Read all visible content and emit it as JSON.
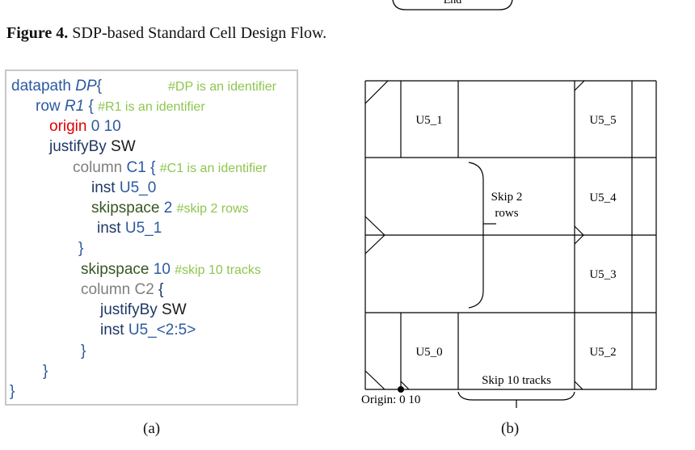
{
  "caption": {
    "figure_num": "Figure 4.",
    "text": "SDP-based Standard Cell Design Flow."
  },
  "top_shape_label": "End",
  "code": {
    "l1_kw": "datapath",
    "l1_id": "DP",
    "l1_brace": "{",
    "l1_cmt": "#DP is an identifier",
    "l2_kw": "row",
    "l2_id": "R1",
    "l2_brace": "{",
    "l2_cmt": "#R1 is an identifier",
    "l3_kw": "origin",
    "l3_val": "0 10",
    "l4_kw": "justifyBy",
    "l4_val": "SW",
    "l5_kw": "column",
    "l5_id": "C1",
    "l5_brace": "{",
    "l5_cmt": "#C1 is an identifier",
    "l6_kw": "inst",
    "l6_val": "U5_0",
    "l7_kw": "skipspace",
    "l7_val": "2",
    "l7_cmt": "#skip 2 rows",
    "l8_kw": "inst",
    "l8_val": "U5_1",
    "l9": "}",
    "l10_kw": "skipspace",
    "l10_val": "10",
    "l10_cmt": "#skip 10 tracks",
    "l11_kw": "column",
    "l11_id": "C2",
    "l11_brace": "{",
    "l12_kw": "justifyBy",
    "l12_val": "SW",
    "l13_kw": "inst",
    "l13_val": "U5_<2:5>",
    "l14": "}",
    "l15": "}",
    "l16": "}"
  },
  "diagram": {
    "cells": {
      "u5_1": "U5_1",
      "u5_5": "U5_5",
      "u5_4": "U5_4",
      "u5_3": "U5_3",
      "u5_0": "U5_0",
      "u5_2": "U5_2"
    },
    "skip_rows_line1": "Skip 2",
    "skip_rows_line2": "rows",
    "skip_tracks": "Skip 10 tracks",
    "origin": "Origin: 0 10"
  },
  "sublabels": {
    "a": "(a)",
    "b": "(b)"
  }
}
